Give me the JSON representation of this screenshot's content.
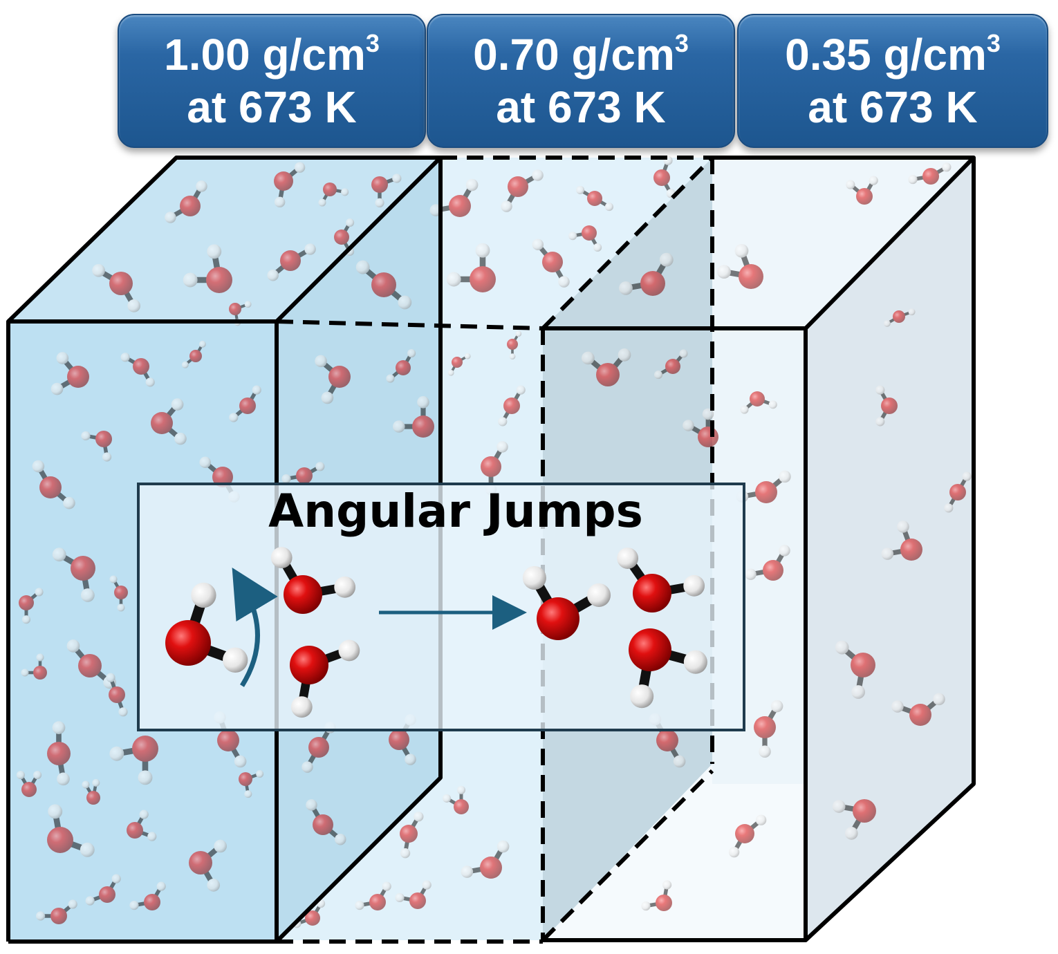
{
  "labels": [
    {
      "value": "1.00 g/cm",
      "sup": "3",
      "line2": "at 673 K"
    },
    {
      "value": "0.70 g/cm",
      "sup": "3",
      "line2": "at 673 K"
    },
    {
      "value": "0.35 g/cm",
      "sup": "3",
      "line2": "at 673 K"
    }
  ],
  "inset": {
    "title": "Angular Jumps"
  },
  "colors": {
    "label_fill": "#2a66a4",
    "box_dense": "#bde0f2",
    "box_mid": "#e2f2fb",
    "box_sparse": "#eef6fb",
    "oxygen": "#d40000",
    "hydrogen": "#f2f2f2",
    "arrow": "#1c5f80"
  }
}
